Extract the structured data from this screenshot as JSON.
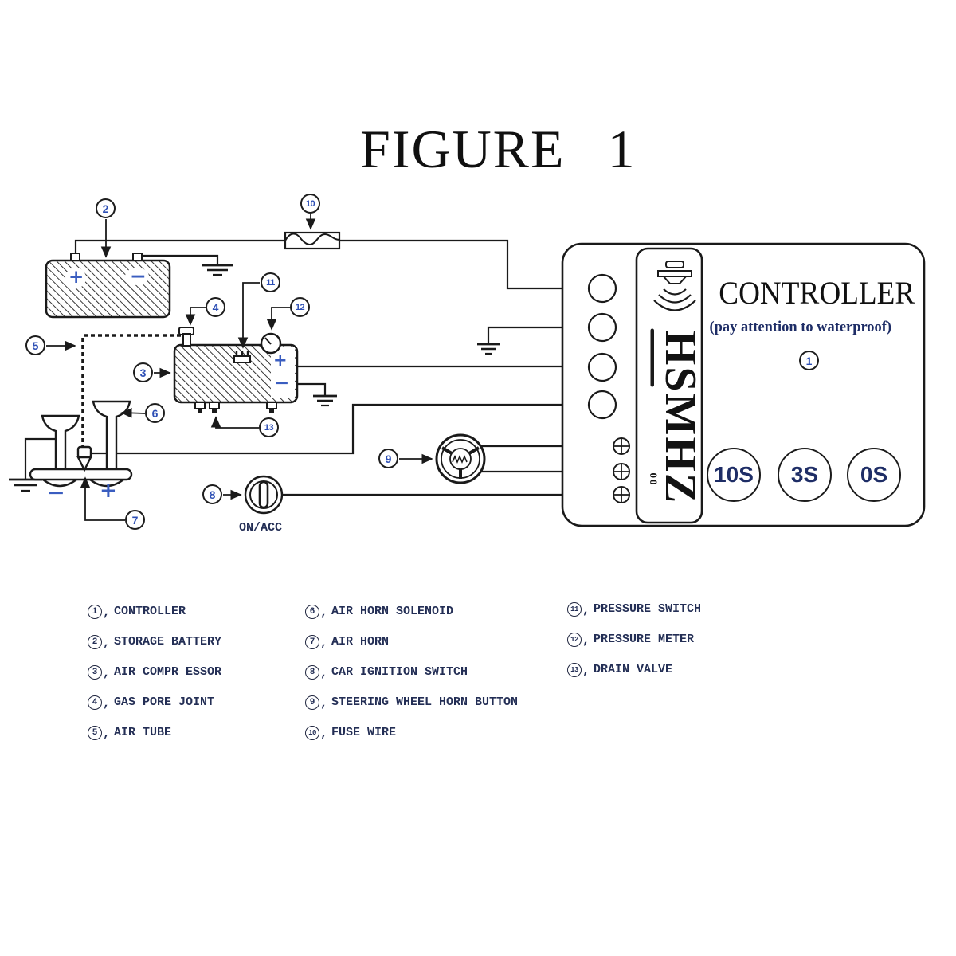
{
  "title": "FIGURE 1",
  "controller": {
    "name_label": "CONTROLLER",
    "waterproof_note": "(pay attention to waterproof)",
    "brand_vertical": "HSMHZ",
    "brand_deco": "00",
    "buttons": [
      {
        "label": "10S"
      },
      {
        "label": "3S"
      },
      {
        "label": "0S"
      }
    ]
  },
  "ignition_label": "ON/ACC",
  "signs": {
    "battery_plus": "+",
    "battery_minus": "−",
    "compressor_plus": "+",
    "compressor_minus": "−",
    "horn_plus": "+",
    "horn_minus": "−"
  },
  "callouts": {
    "c1": "1",
    "c2": "2",
    "c3": "3",
    "c4": "4",
    "c5": "5",
    "c6": "6",
    "c7": "7",
    "c8": "8",
    "c9": "9",
    "c10": "10",
    "c11": "11",
    "c12": "12",
    "c13": "13"
  },
  "colors": {
    "line": "#1a1a1a",
    "accent_blue": "#3a5dc0",
    "legend_text": "#232e55"
  },
  "legend": {
    "separator": ",",
    "columns": [
      {
        "items": [
          {
            "num": "1",
            "label": "CONTROLLER"
          },
          {
            "num": "2",
            "label": "STORAGE BATTERY"
          },
          {
            "num": "3",
            "label": "AIR COMPR ESSOR"
          },
          {
            "num": "4",
            "label": "GAS PORE JOINT"
          },
          {
            "num": "5",
            "label": "AIR TUBE"
          }
        ]
      },
      {
        "items": [
          {
            "num": "6",
            "label": "AIR HORN SOLENOID"
          },
          {
            "num": "7",
            "label": "AIR HORN"
          },
          {
            "num": "8",
            "label": "CAR IGNITION SWITCH"
          },
          {
            "num": "9",
            "label": "STEERING WHEEL HORN BUTTON"
          },
          {
            "num": "10",
            "label": "FUSE WIRE"
          }
        ]
      },
      {
        "items": [
          {
            "num": "11",
            "label": "PRESSURE SWITCH"
          },
          {
            "num": "12",
            "label": "PRESSURE METER"
          },
          {
            "num": "13",
            "label": "DRAIN VALVE"
          }
        ]
      }
    ]
  }
}
